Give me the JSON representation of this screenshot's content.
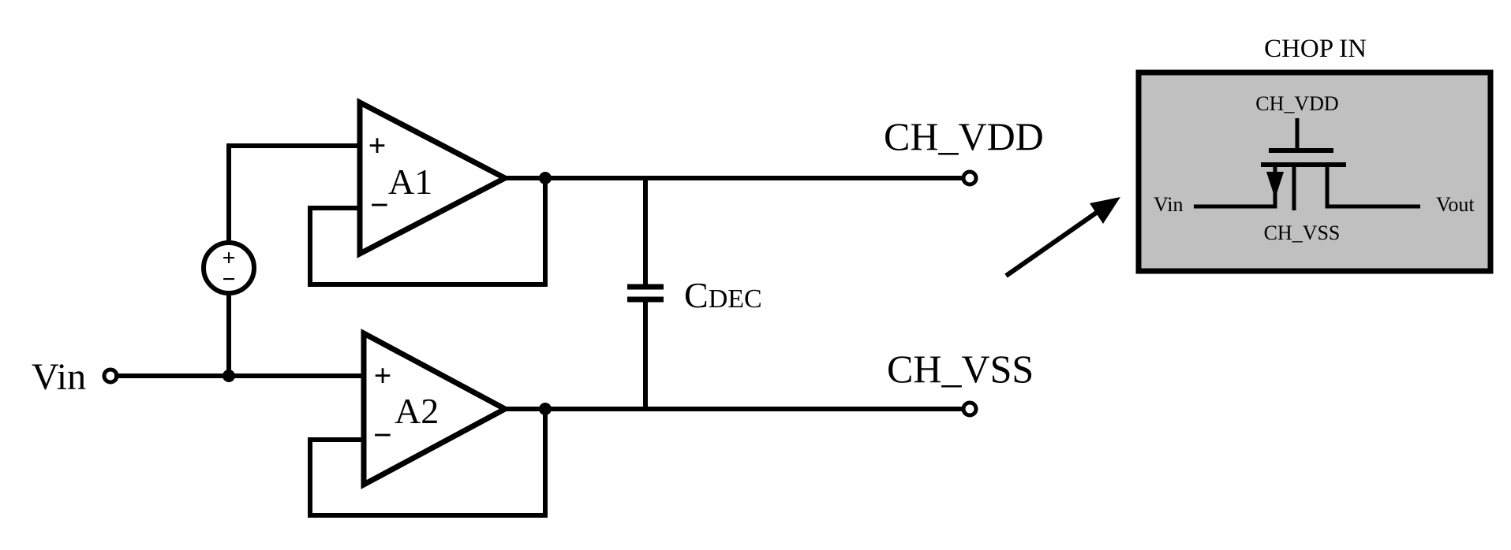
{
  "labels": {
    "vin": "Vin",
    "ch_vdd": "CH_VDD",
    "ch_vss": "CH_VSS",
    "cdec_main": "C",
    "cdec_sub": "DEC",
    "amp1": "A1",
    "amp2": "A2",
    "plus": "+",
    "minus": "−",
    "source_plus": "+",
    "source_minus": "−"
  },
  "inset": {
    "title": "CHOP IN",
    "gate_label": "CH_VDD",
    "body_label": "CH_VSS",
    "in_label": "Vin",
    "out_label": "Vout",
    "fill_color": "#c0c0c0"
  },
  "colors": {
    "wire": "#000000",
    "background": "#ffffff"
  }
}
